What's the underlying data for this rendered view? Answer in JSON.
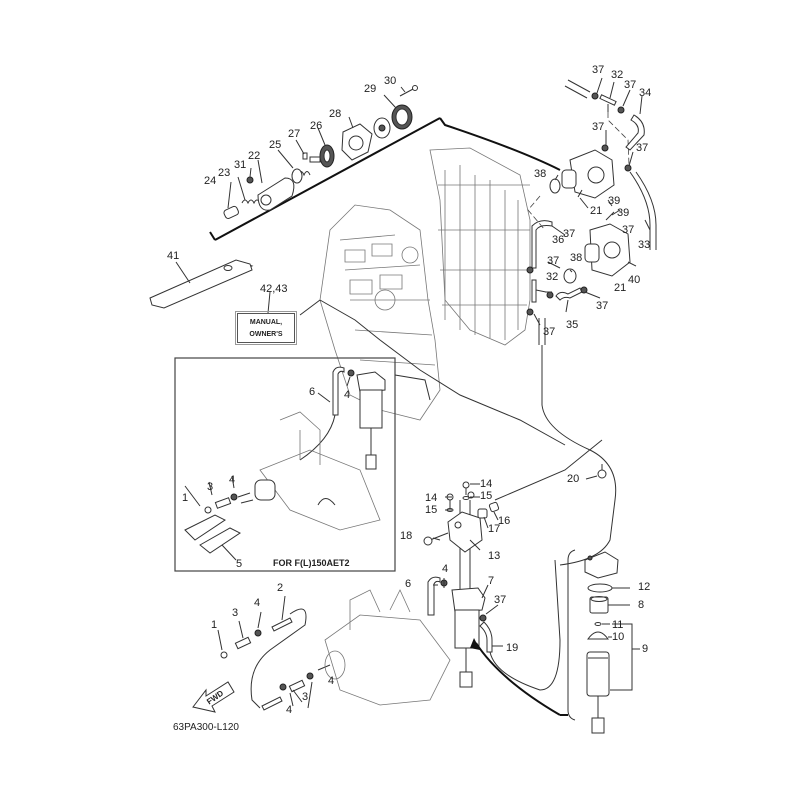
{
  "diagram": {
    "title": "Fuel system exploded parts diagram",
    "code": "63PA300-L120",
    "fwd_label": "FWD",
    "inset_note": "FOR F(L)150AET2",
    "manual_box": {
      "line1": "MANUAL,",
      "line2": "OWNER'S"
    },
    "callouts": {
      "c30": "30",
      "c29": "29",
      "c28": "28",
      "c27": "27",
      "c26": "26",
      "c25": "25",
      "c22": "22",
      "c31": "31",
      "c23": "23",
      "c24": "24",
      "c37a": "37",
      "c32a": "32",
      "c37b": "37",
      "c34": "34",
      "c37c": "37",
      "c37d": "37",
      "c38a": "38",
      "c39a": "39",
      "c21a": "21",
      "c39b": "39",
      "c33": "33",
      "c37e": "37",
      "c36": "36",
      "c38b": "38",
      "c37f": "37",
      "c32b": "32",
      "c40": "40",
      "c21b": "21",
      "c37g": "37",
      "c35": "35",
      "c37h": "37",
      "c41": "41",
      "c4243": "42,43",
      "i6": "6",
      "i4a": "4",
      "i4b": "4",
      "i3": "3",
      "i1": "1",
      "i5": "5",
      "c20": "20",
      "c14a": "14",
      "c15a": "15",
      "c14b": "14",
      "c15b": "15",
      "c16": "16",
      "c17": "17",
      "c18": "18",
      "c13": "13",
      "c6": "6",
      "c4": "4",
      "c7": "7",
      "c37i": "37",
      "c19": "19",
      "c12": "12",
      "c8": "8",
      "c11": "11",
      "c10": "10",
      "c9": "9",
      "b2": "2",
      "b4a": "4",
      "b3a": "3",
      "b1": "1",
      "b4b": "4",
      "b3b": "3",
      "b4c": "4"
    }
  }
}
